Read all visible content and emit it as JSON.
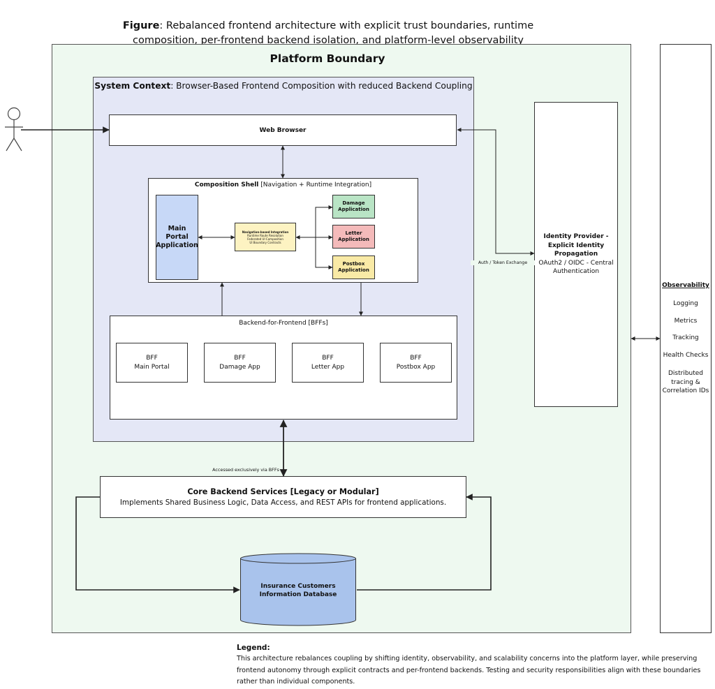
{
  "figure": {
    "caption_bold": "Figure",
    "caption_rest": ": Rebalanced frontend architecture with explicit trust boundaries, runtime\ncomposition, per-frontend backend isolation, and platform-level observability"
  },
  "platform": {
    "title": "Platform Boundary"
  },
  "system_context": {
    "title_bold": "System Context",
    "title_rest": ": Browser-Based Frontend Composition with reduced Backend Coupling"
  },
  "web_browser": {
    "label": "Web Browser"
  },
  "shell": {
    "title_bold": "Composition Shell",
    "title_rest": " [Navigation + Runtime Integration]",
    "main_portal": "Main Portal\nApplication",
    "nav_integration": {
      "title": "Navigation-based Integration",
      "lines": [
        "Runtime Route Resolution",
        "Federated UI Composition",
        "UI Boundary Contracts"
      ]
    },
    "apps": [
      {
        "label": "Damage\nApplication",
        "color": "#b9e4c5"
      },
      {
        "label": "Letter\nApplication",
        "color": "#f4baba"
      },
      {
        "label": "Postbox\nApplication",
        "color": "#f9eaa6"
      }
    ]
  },
  "bff": {
    "title": "Backend-for-Frontend [BFFs]",
    "items": [
      "BFF\nMain Portal",
      "BFF\nDamage App",
      "BFF\nLetter App",
      "BFF\nPostbox App"
    ]
  },
  "identity": {
    "title": "Identity Provider -\nExplicit Identity\nPropagation",
    "subtitle": "OAuth2 / OIDC - Central\nAuthentication",
    "edge_label": "Auth / Token Exchange"
  },
  "observability": {
    "title": "Observability",
    "items": [
      "Logging",
      "Metrics",
      "Tracking",
      "Health Checks",
      "Distributed\ntracing &\nCorrelation IDs"
    ]
  },
  "core": {
    "edge_label": "Accessed exclusively via BFFs",
    "title": "Core Backend Services [Legacy or Modular]",
    "subtitle": "Implements Shared Business Logic, Data Access, and REST APIs for frontend applications."
  },
  "database": {
    "label": "Insurance Customers\nInformation Database"
  },
  "legend": {
    "title": "Legend:",
    "text": "This architecture rebalances coupling by shifting identity, observability, and scalability concerns into the platform layer, while preserving frontend autonomy through explicit contracts and per-frontend backends. Testing and security responsibilities align with these boundaries rather than individual components."
  },
  "colors": {
    "platform_bg": "#eef9f0",
    "context_bg": "#e4e7f6",
    "main_portal_bg": "#c7d8f7",
    "nav_bg": "#fdf3c2",
    "database_bg": "#a9c3ec"
  }
}
